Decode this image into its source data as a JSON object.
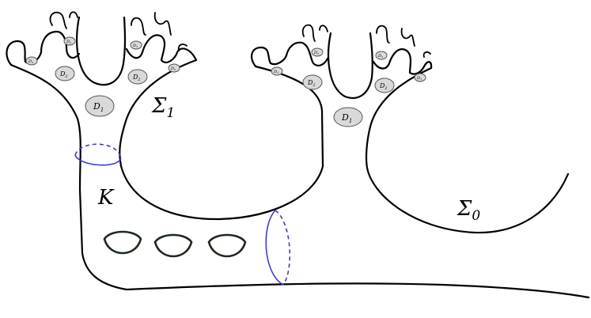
{
  "labels": {
    "sigma1": "Σ",
    "sigma1_sub": "1",
    "sigma0": "Σ",
    "sigma0_sub": "0",
    "k": "K",
    "d1": "D",
    "d1_sub": "1",
    "d2": "D",
    "d2_sub": "2",
    "d3": "D",
    "d3_sub": "3"
  },
  "colors": {
    "curve": "#000000",
    "circle": "#3a3ad0",
    "disk_fill": "#d9d9d9"
  }
}
